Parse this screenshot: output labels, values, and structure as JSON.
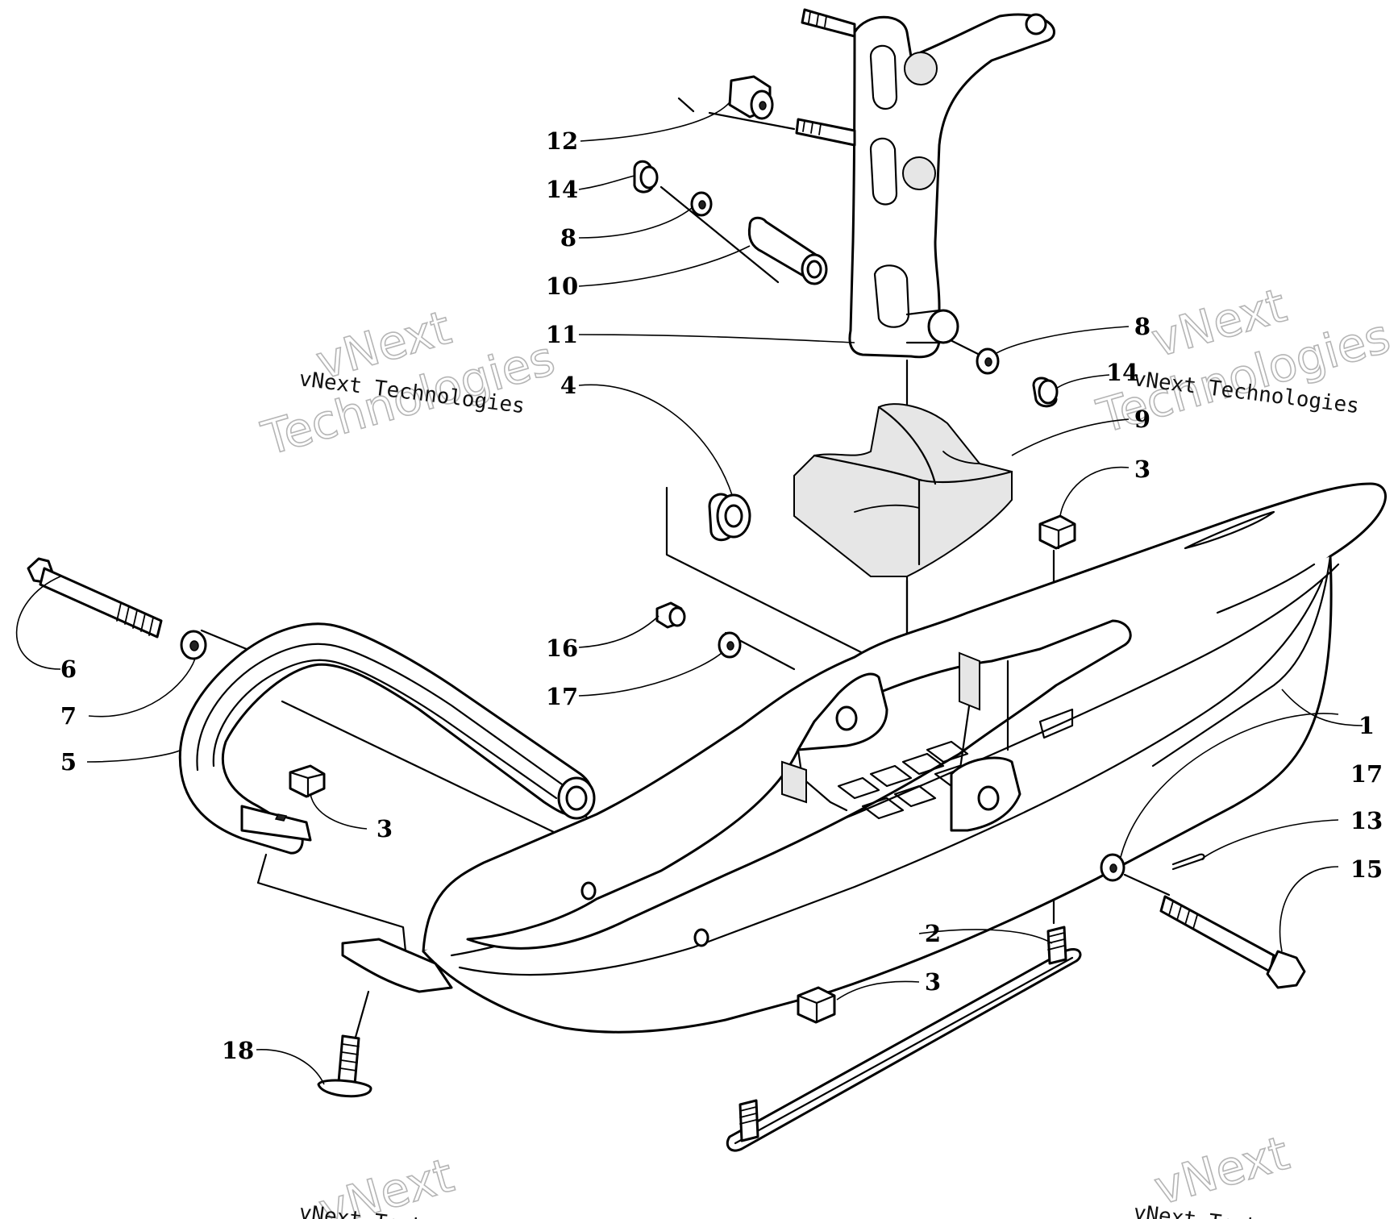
{
  "diagram": {
    "callouts": [
      {
        "id": "c1",
        "label": "1"
      },
      {
        "id": "c2",
        "label": "2"
      },
      {
        "id": "c3a",
        "label": "3"
      },
      {
        "id": "c3b",
        "label": "3"
      },
      {
        "id": "c3c",
        "label": "3"
      },
      {
        "id": "c4",
        "label": "4"
      },
      {
        "id": "c5",
        "label": "5"
      },
      {
        "id": "c6",
        "label": "6"
      },
      {
        "id": "c7",
        "label": "7"
      },
      {
        "id": "c8a",
        "label": "8"
      },
      {
        "id": "c8b",
        "label": "8"
      },
      {
        "id": "c9",
        "label": "9"
      },
      {
        "id": "c10",
        "label": "10"
      },
      {
        "id": "c11",
        "label": "11"
      },
      {
        "id": "c12",
        "label": "12"
      },
      {
        "id": "c13",
        "label": "13"
      },
      {
        "id": "c14a",
        "label": "14"
      },
      {
        "id": "c14b",
        "label": "14"
      },
      {
        "id": "c15",
        "label": "15"
      },
      {
        "id": "c16",
        "label": "16"
      },
      {
        "id": "c17a",
        "label": "17"
      },
      {
        "id": "c17b",
        "label": "17"
      },
      {
        "id": "c18",
        "label": "18"
      }
    ],
    "watermark": {
      "line1": "vNext",
      "line2": "Technologies",
      "small": "vNext Technologies"
    }
  }
}
